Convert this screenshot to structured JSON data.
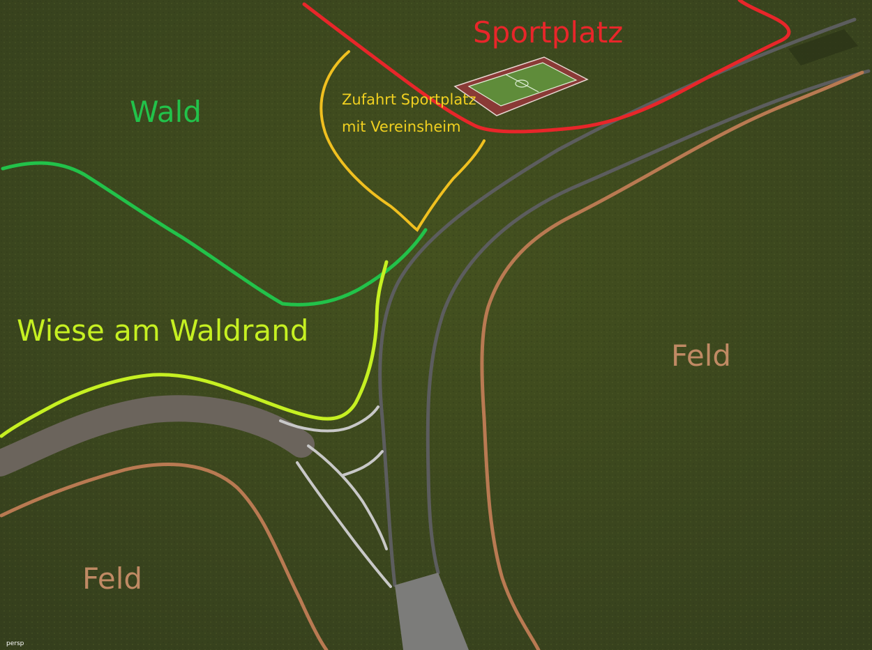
{
  "map": {
    "labels": {
      "sportplatz": "Sportplatz",
      "wald": "Wald",
      "zufahrt": "Zufahrt Sportplatz mit Vereinsheim",
      "wiese": "Wiese am Waldrand",
      "feld_right": "Feld",
      "feld_left": "Feld"
    },
    "viewport_label": "persp",
    "colors": {
      "terrain": "#3e4a22",
      "sportplatz": "#e8262a",
      "wald": "#22c24a",
      "zufahrt": "#f0c020",
      "wiese": "#c6f022",
      "feld": "#b97a52",
      "road": "#5c5d5e",
      "dirt_path": "#6b645c",
      "trail": "#c8c8c8"
    }
  }
}
